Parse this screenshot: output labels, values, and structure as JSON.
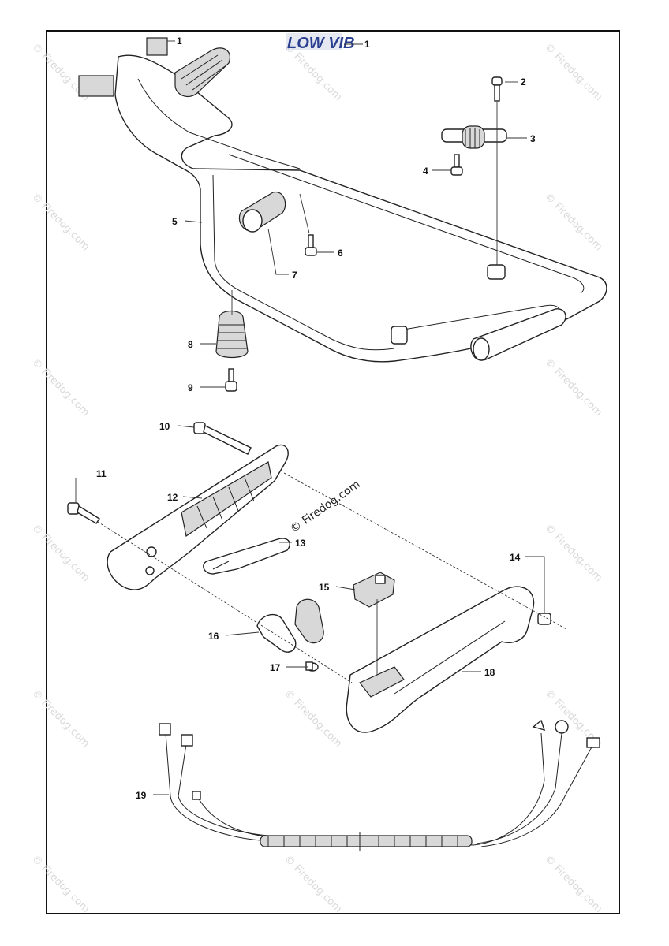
{
  "diagram": {
    "logo_text": "LOW VIB",
    "watermark": "© Firedog.com",
    "callouts": [
      {
        "id": "c1a",
        "label": "1"
      },
      {
        "id": "c1b",
        "label": "1"
      },
      {
        "id": "c2",
        "label": "2"
      },
      {
        "id": "c3",
        "label": "3"
      },
      {
        "id": "c4",
        "label": "4"
      },
      {
        "id": "c5",
        "label": "5"
      },
      {
        "id": "c6",
        "label": "6"
      },
      {
        "id": "c7",
        "label": "7"
      },
      {
        "id": "c8",
        "label": "8"
      },
      {
        "id": "c9",
        "label": "9"
      },
      {
        "id": "c10",
        "label": "10"
      },
      {
        "id": "c11",
        "label": "11"
      },
      {
        "id": "c12",
        "label": "12"
      },
      {
        "id": "c13",
        "label": "13"
      },
      {
        "id": "c14",
        "label": "14"
      },
      {
        "id": "c15",
        "label": "15"
      },
      {
        "id": "c16",
        "label": "16"
      },
      {
        "id": "c17",
        "label": "17"
      },
      {
        "id": "c18",
        "label": "18"
      },
      {
        "id": "c19",
        "label": "19"
      }
    ]
  }
}
